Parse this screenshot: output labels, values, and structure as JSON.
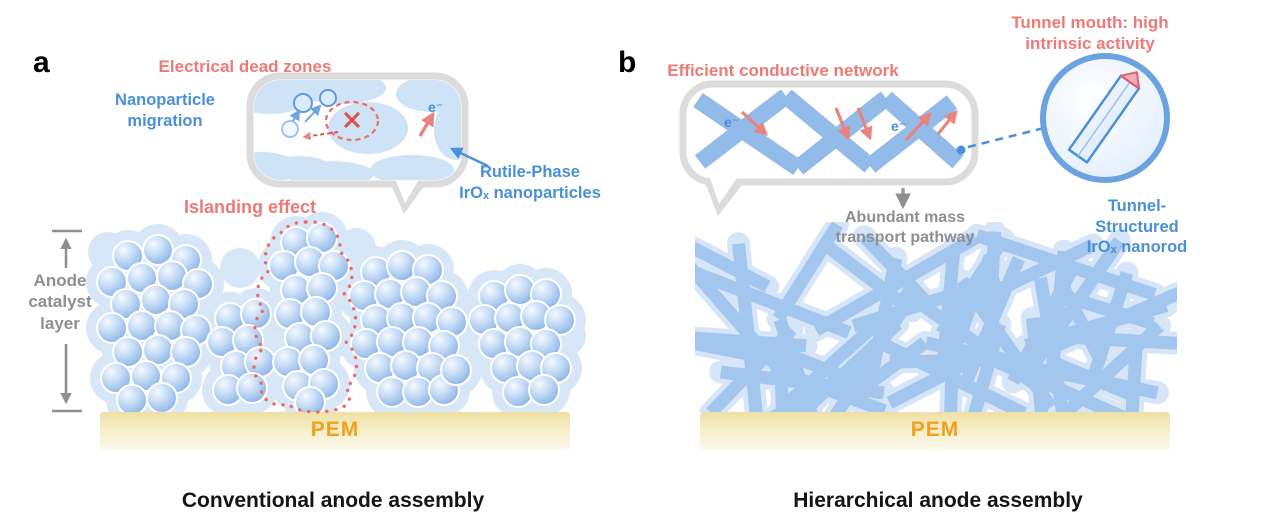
{
  "panel_a": {
    "label": "a",
    "annotations": {
      "electrical_dead_zones": "Electrical dead zones",
      "nanoparticle_migration": "Nanoparticle\nmigration",
      "electron": "e⁻",
      "rutile_phase": "Rutile-Phase\nIrOₓ nanoparticles",
      "islanding_effect": "Islanding effect",
      "anode_catalyst_layer": "Anode\ncatalyst\nlayer",
      "pem": "PEM"
    },
    "caption": "Conventional anode assembly"
  },
  "panel_b": {
    "label": "b",
    "annotations": {
      "tunnel_mouth": "Tunnel mouth: high intrinsic activity",
      "efficient_network": "Efficient conductive network",
      "electron_1": "e⁻",
      "electron_2": "e⁻",
      "abundant_mass": "Abundant mass\ntransport pathway",
      "tunnel_structured": "Tunnel-Structured\nIrOₓ nanorod",
      "pem": "PEM"
    },
    "caption": "Hierarchical anode assembly"
  },
  "colors": {
    "accent_red": "#ed7a76",
    "accent_blue": "#4a90d8",
    "gray": "#8f8f8f",
    "pem_orange": "#f3a01e",
    "rod_blue": "#a3c6ee",
    "halo_blue": "#d7e7f8"
  }
}
